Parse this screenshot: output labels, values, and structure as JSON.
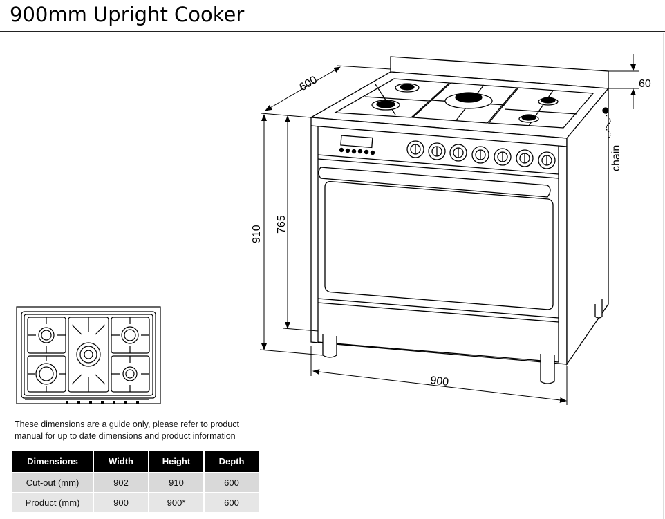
{
  "title": "900mm Upright Cooker",
  "drawing": {
    "depth_top": "600",
    "backguard": "60",
    "height_total": "910",
    "height_inner": "765",
    "width": "900",
    "chain_label": "chain"
  },
  "note": "These dimensions are a guide only, please refer to product manual for up to date dimensions and product information",
  "table": {
    "headers": [
      "Dimensions",
      "Width",
      "Height",
      "Depth"
    ],
    "rows": [
      [
        "Cut-out (mm)",
        "902",
        "910",
        "600"
      ],
      [
        "Product (mm)",
        "900",
        "900*",
        "600"
      ]
    ]
  }
}
